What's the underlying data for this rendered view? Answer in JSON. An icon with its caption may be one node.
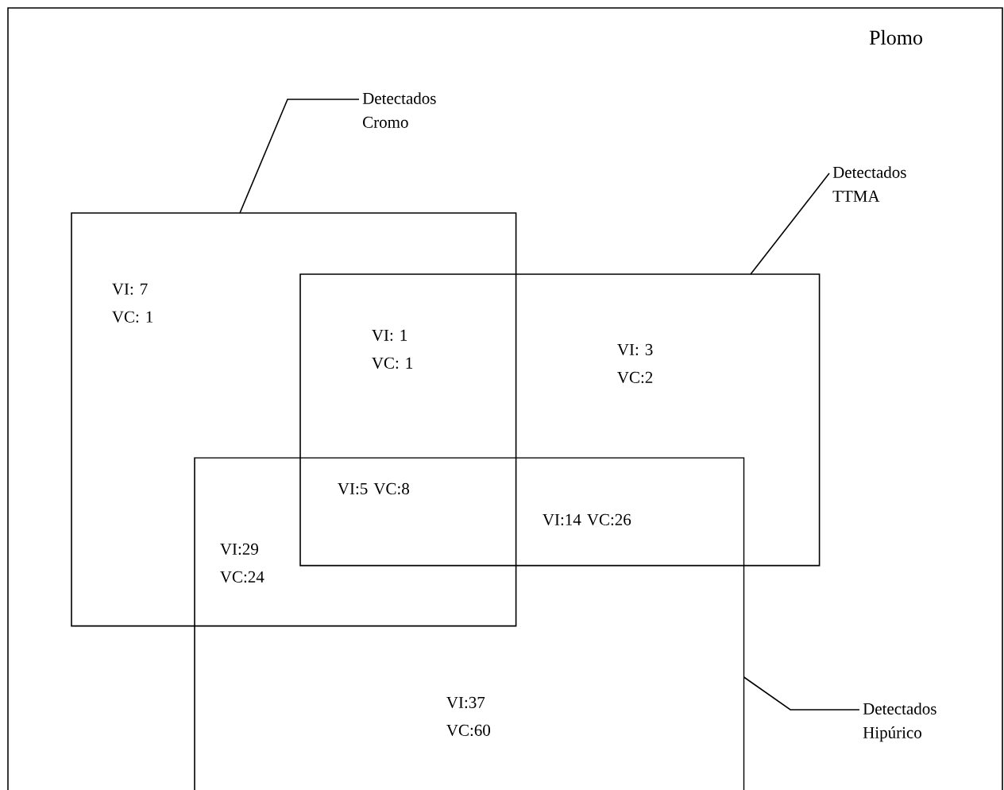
{
  "diagram": {
    "nodes": [
      {
        "text": [
          "Plomo"
        ]
      },
      {
        "text": [
          "Detectados Cromo"
        ],
        "in": 0
      },
      {
        "text": [
          "Detectados TTMA"
        ],
        "in": 0
      },
      {
        "text": [
          "Detectados Hipúrico"
        ],
        "in": 0
      },
      {
        "text": [],
        "shape": "box",
        "in": 0
      },
      {
        "text": [],
        "shape": "box",
        "in": 0
      },
      {
        "text": [],
        "shape": "box",
        "in": 0
      }
    ],
    "edges": [
      {
        "from": 1,
        "to": 4,
        "arrow": "none"
      },
      {
        "from": 2,
        "to": 5,
        "arrow": "none"
      },
      {
        "from": 3,
        "to": 6,
        "arrow": "none"
      }
    ],
    "labels": [
      "VI: 7 VC: 1",
      "VI: 1 VC: 1",
      "VI: 3 VC:2",
      "VI:5 VC:8",
      "VI:14 VC:26",
      "VI:29 VC:24",
      "VI:37 VC:60"
    ]
  }
}
